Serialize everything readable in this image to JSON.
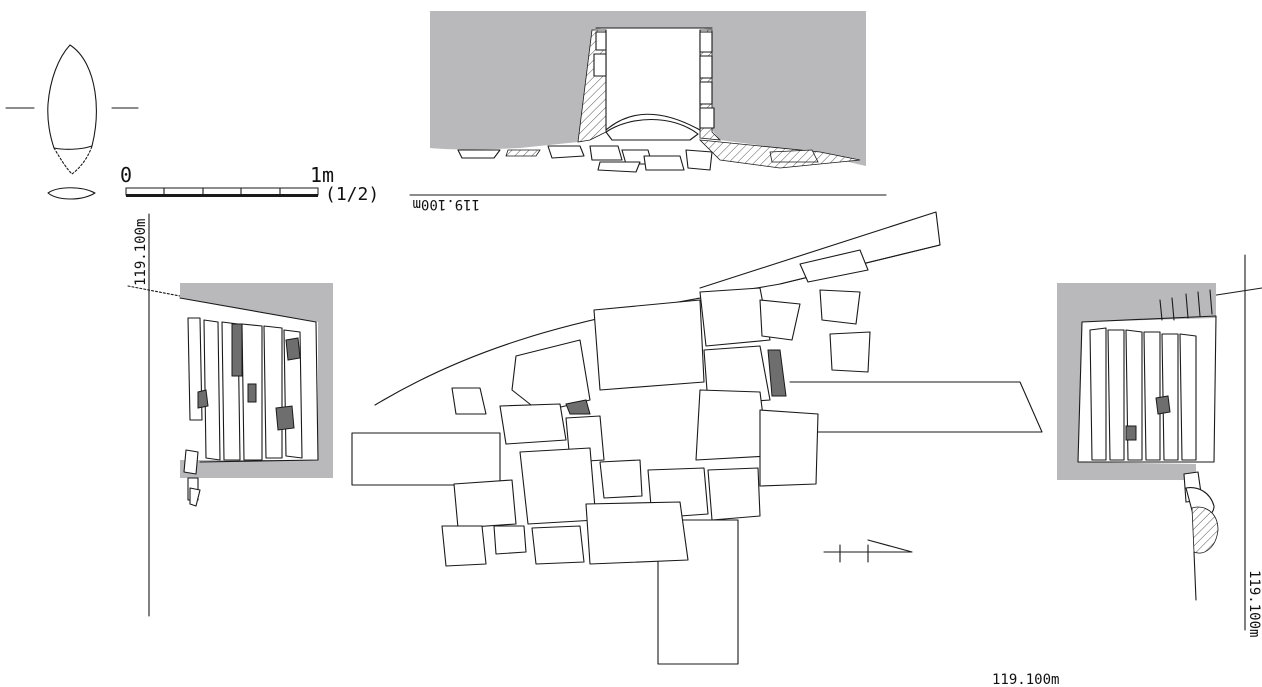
{
  "scale_bar": {
    "start_label": "0",
    "end_label": "1m",
    "ratio_label": "(1/2)"
  },
  "elevations": {
    "top_section": "119.100m",
    "left_section": "119.100m",
    "right_section": "119.100m",
    "bottom_caption": "119.100m"
  },
  "colors": {
    "soil_fill": "#b9b9bc",
    "stone_shade": "#6e6e6e",
    "line": "#1a1a1a"
  }
}
